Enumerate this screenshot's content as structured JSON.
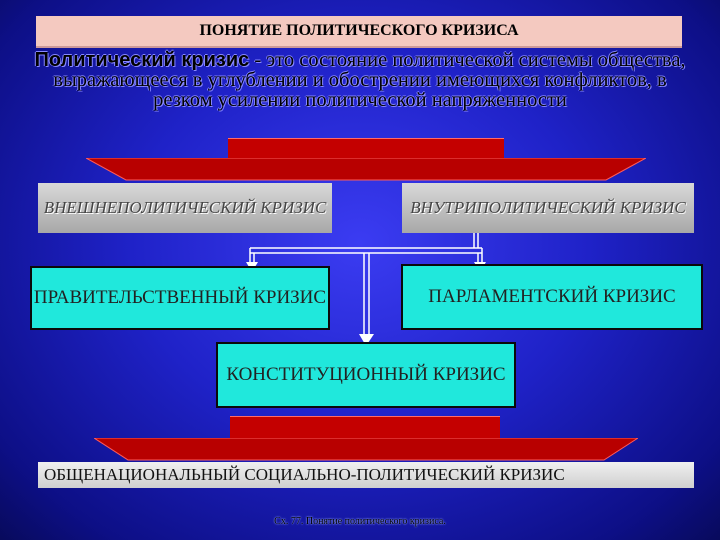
{
  "header": {
    "title": "ПОНЯТИЕ ПОЛИТИЧЕСКОГО КРИЗИСА"
  },
  "definition": {
    "term": "Политический кризис",
    "text": " - это состояние политической системы общества, выражающееся в углублении и обострении имеющихся конфликтов, в резком усилении политической напряженности"
  },
  "nodes": {
    "external": "ВНЕШНЕПОЛИТИЧЕСКИЙ КРИЗИС",
    "internal": "ВНУТРИПОЛИТИЧЕСКИЙ КРИЗИС",
    "government": "ПРАВИТЕЛЬСТВЕННЫЙ КРИЗИС",
    "parliamentary": "ПАРЛАМЕНТСКИЙ КРИЗИС",
    "constitutional": "КОНСТИТУЦИОННЫЙ КРИЗИС",
    "national": "ОБЩЕНАЦИОНАЛЬНЫЙ СОЦИАЛЬНО-ПОЛИТИЧЕСКИЙ КРИЗИС"
  },
  "caption": "Сх. 77. Понятие политического кризиса.",
  "colors": {
    "background": "#1f22c8",
    "header": "#f4c9c0",
    "red": "#c40000",
    "cyan": "#20e8dc",
    "grey": "#bdbdbd"
  }
}
